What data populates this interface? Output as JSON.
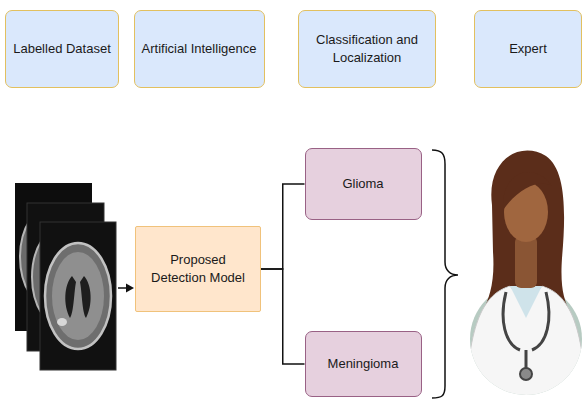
{
  "diagram": {
    "nodes": [
      {
        "text": [
          "Labelled Dataset"
        ]
      },
      {
        "text": [
          "Artificial Intelligence"
        ]
      },
      {
        "text": [
          "Classification and Localization"
        ]
      },
      {
        "text": [
          "Expert"
        ]
      },
      {
        "text": [
          "Proposed Detection Model"
        ]
      },
      {
        "text": [
          "Glioma"
        ]
      },
      {
        "text": [
          "Meningioma"
        ]
      }
    ],
    "edges": [
      {
        "from": 4,
        "to": 5,
        "arrow": "none"
      },
      {
        "from": 4,
        "to": 6,
        "arrow": "none"
      }
    ]
  }
}
